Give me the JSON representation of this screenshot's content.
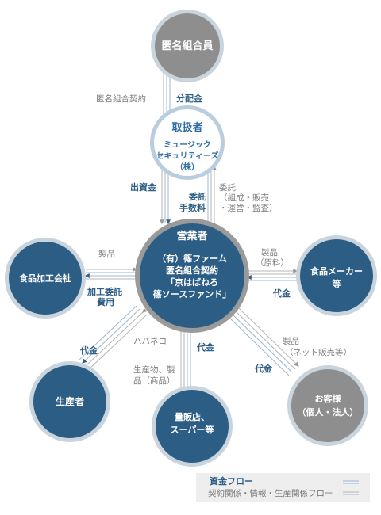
{
  "nodes": {
    "investor": {
      "lines": [
        "匿名組合員"
      ],
      "fill": "#8e8e8e",
      "ring": "#c9d4dd"
    },
    "handler": {
      "title": "取扱者",
      "lines": [
        "ミュージック",
        "セキュリティーズ",
        "（株）"
      ],
      "fill": "#ffffff",
      "ring": "#b9cdde"
    },
    "operator": {
      "title": "営業者",
      "lines": [
        "（有）篠ファーム",
        "匿名組合契約",
        "「京はばねろ",
        "篠ソースファンド」"
      ],
      "fill": "#2c5d85",
      "ring": "#9a9a9a"
    },
    "processor": {
      "lines": [
        "食品加工会社"
      ],
      "fill": "#2c5d85",
      "ring": "#c9d4dd"
    },
    "maker": {
      "lines": [
        "食品メーカー",
        "等"
      ],
      "fill": "#2c5d85",
      "ring": "#c9d4dd"
    },
    "producer": {
      "lines": [
        "生産者"
      ],
      "fill": "#2c5d85",
      "ring": "#c9d4dd"
    },
    "retailer": {
      "lines": [
        "量販店、",
        "スーパー等"
      ],
      "fill": "#2c5d85",
      "ring": "#c9d4dd"
    },
    "customer": {
      "lines": [
        "お客様",
        "（個人・法人）"
      ],
      "fill": "#8e8e8e",
      "ring": "#c9d4dd"
    }
  },
  "labels": {
    "contract_investor": "匿名組合契約",
    "distribution": "分配金",
    "investment": "出資金",
    "commission_fee": [
      "委託",
      "手数料"
    ],
    "consignment": [
      "委託",
      "（組成・販売",
      "・運営・監査）"
    ],
    "product_processor": "製品",
    "processing_fee": [
      "加工委託",
      "費用"
    ],
    "product_maker": [
      "製品",
      "（原料）"
    ],
    "payment_maker": "代金",
    "payment_producer": "代金",
    "habanero": "ハバネロ",
    "produce_goods": [
      "生産物、製",
      "品（商品）"
    ],
    "payment_retailer": "代金",
    "product_net": [
      "製品",
      "（ネット販売等）"
    ],
    "payment_customer": "代金"
  },
  "legend": {
    "money_flow": "資金フロー",
    "contract_flow": "契約関係・情報・生産関係フロー"
  },
  "colors": {
    "money_line": "#9fb7cc",
    "contract_line": "#b5b5b5",
    "arrow": "#2f5f86",
    "legend_bg": "#eeeeee"
  }
}
